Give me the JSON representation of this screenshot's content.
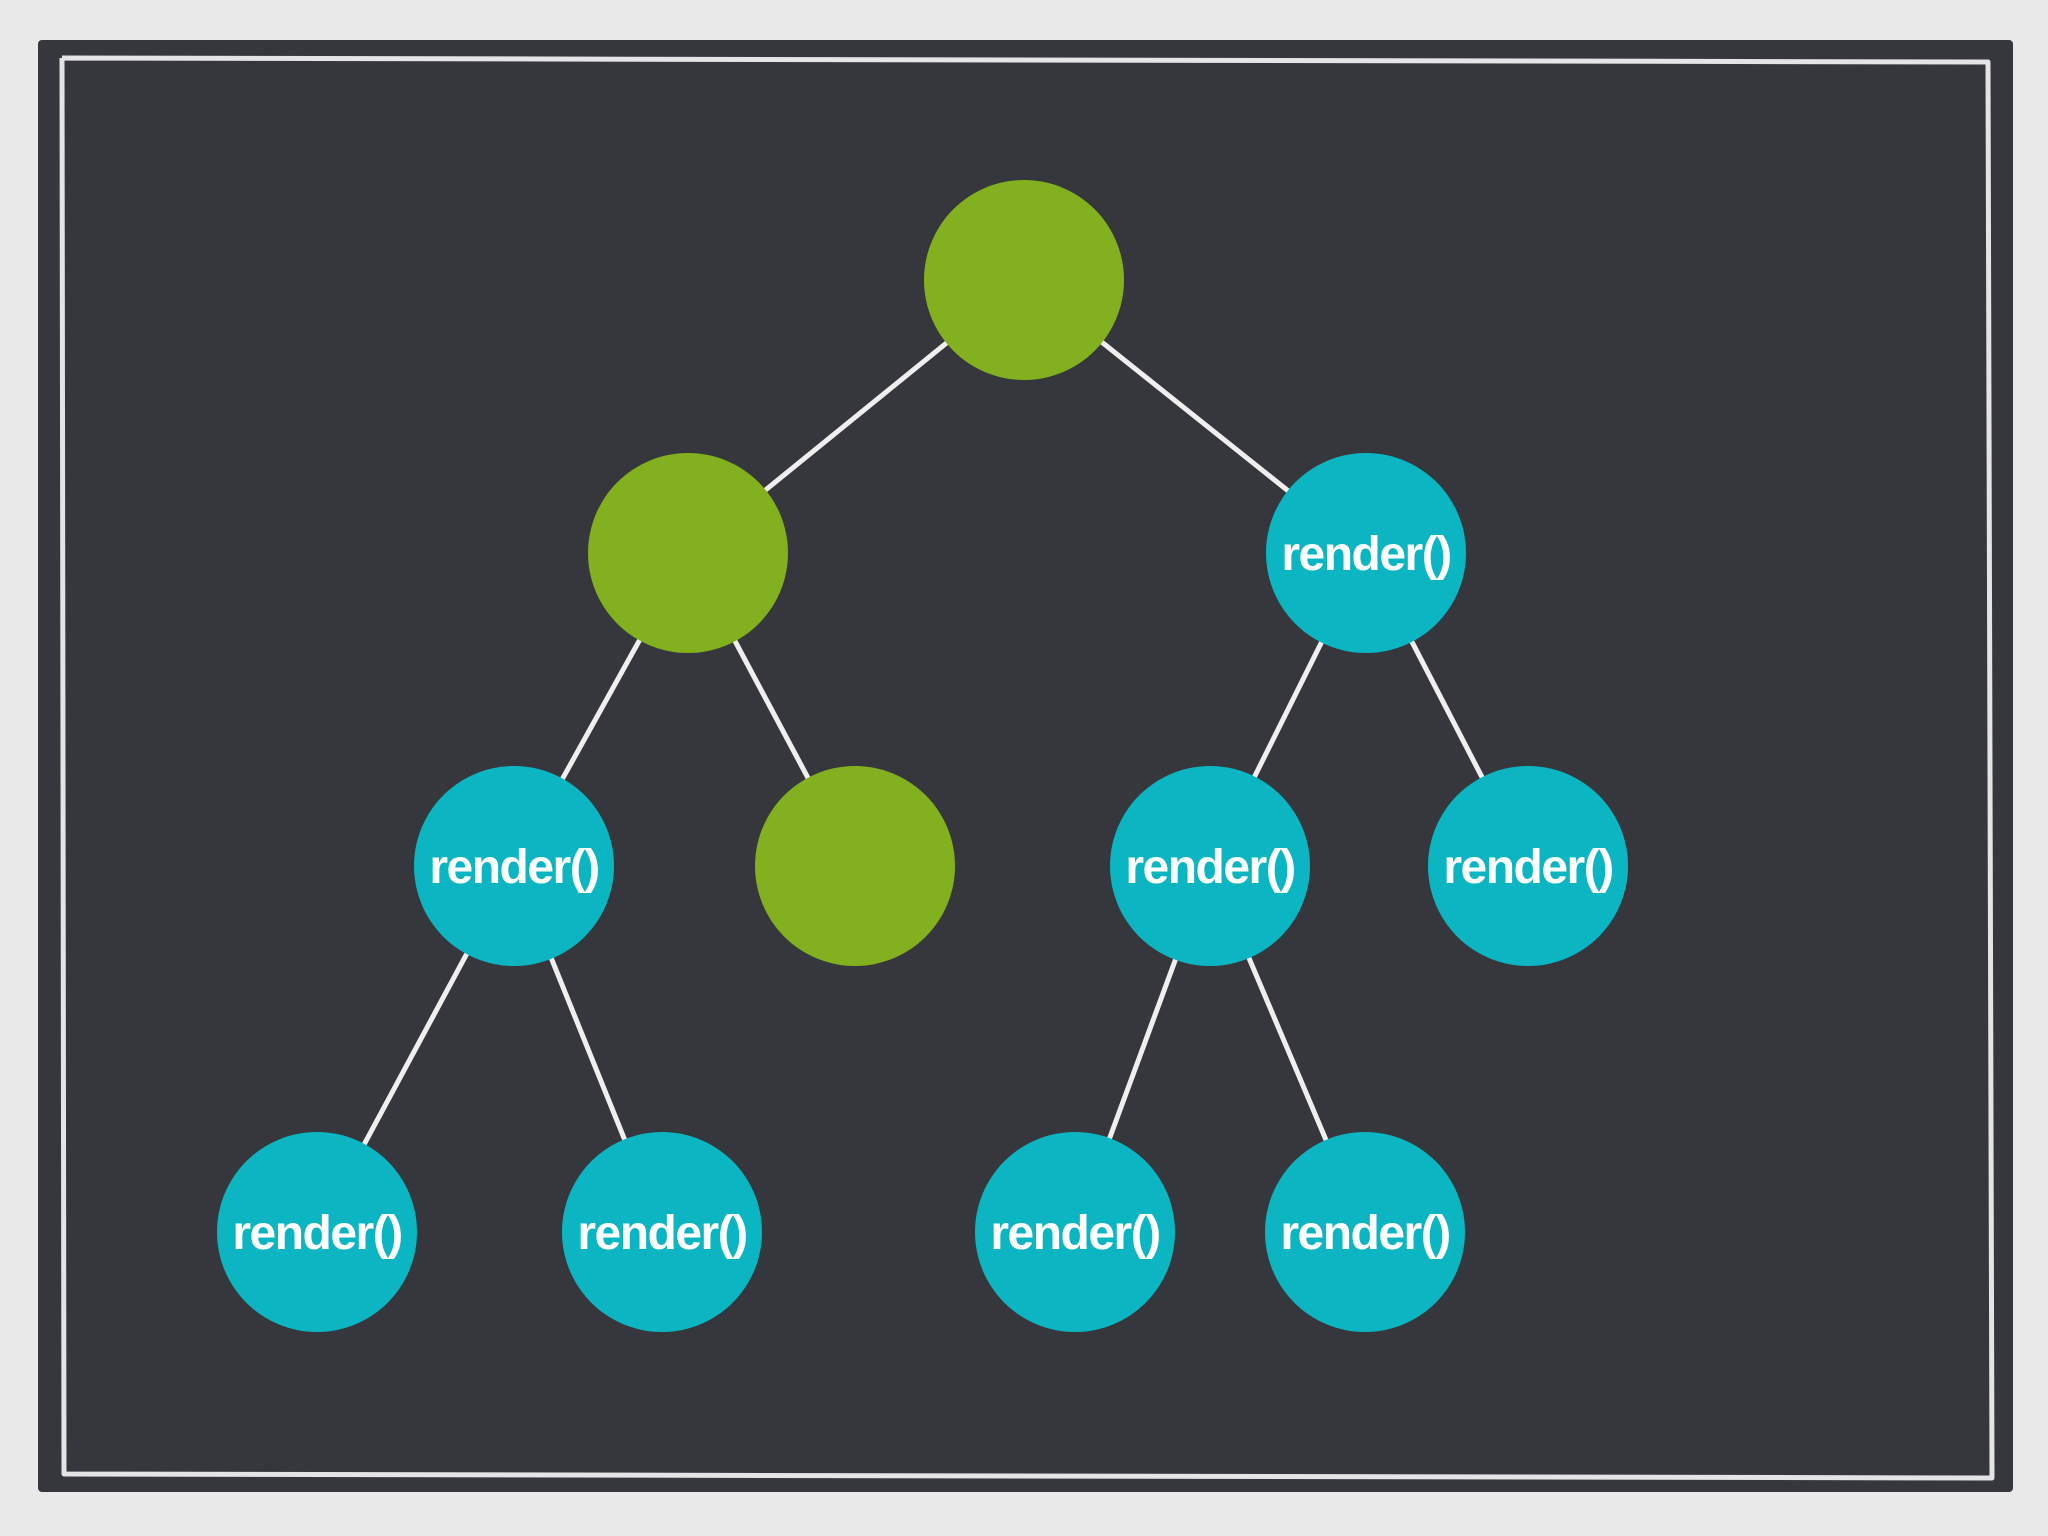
{
  "colors": {
    "page_bg": "#e9e9ea",
    "board_bg": "#35373c",
    "frame_line": "#e4e4e4",
    "edge_line": "#efefef",
    "rendered_node": "#0cb5c2",
    "skipped_node": "#83b01f",
    "label_text": "#ffffff"
  },
  "diagram": {
    "nodes": [
      {
        "id": "root",
        "kind": "skipped",
        "label": ""
      },
      {
        "id": "l1-left",
        "kind": "skipped",
        "label": ""
      },
      {
        "id": "l1-right",
        "kind": "rendered",
        "label": "render()"
      },
      {
        "id": "l2-a",
        "kind": "rendered",
        "label": "render()"
      },
      {
        "id": "l2-b",
        "kind": "skipped",
        "label": ""
      },
      {
        "id": "l2-c",
        "kind": "rendered",
        "label": "render()"
      },
      {
        "id": "l2-d",
        "kind": "rendered",
        "label": "render()"
      },
      {
        "id": "l3-a",
        "kind": "rendered",
        "label": "render()"
      },
      {
        "id": "l3-b",
        "kind": "rendered",
        "label": "render()"
      },
      {
        "id": "l3-c",
        "kind": "rendered",
        "label": "render()"
      },
      {
        "id": "l3-d",
        "kind": "rendered",
        "label": "render()"
      }
    ],
    "edges": [
      [
        "root",
        "l1-left"
      ],
      [
        "root",
        "l1-right"
      ],
      [
        "l1-left",
        "l2-a"
      ],
      [
        "l1-left",
        "l2-b"
      ],
      [
        "l1-right",
        "l2-c"
      ],
      [
        "l1-right",
        "l2-d"
      ],
      [
        "l2-a",
        "l3-a"
      ],
      [
        "l2-a",
        "l3-b"
      ],
      [
        "l2-c",
        "l3-c"
      ],
      [
        "l2-c",
        "l3-d"
      ]
    ]
  }
}
